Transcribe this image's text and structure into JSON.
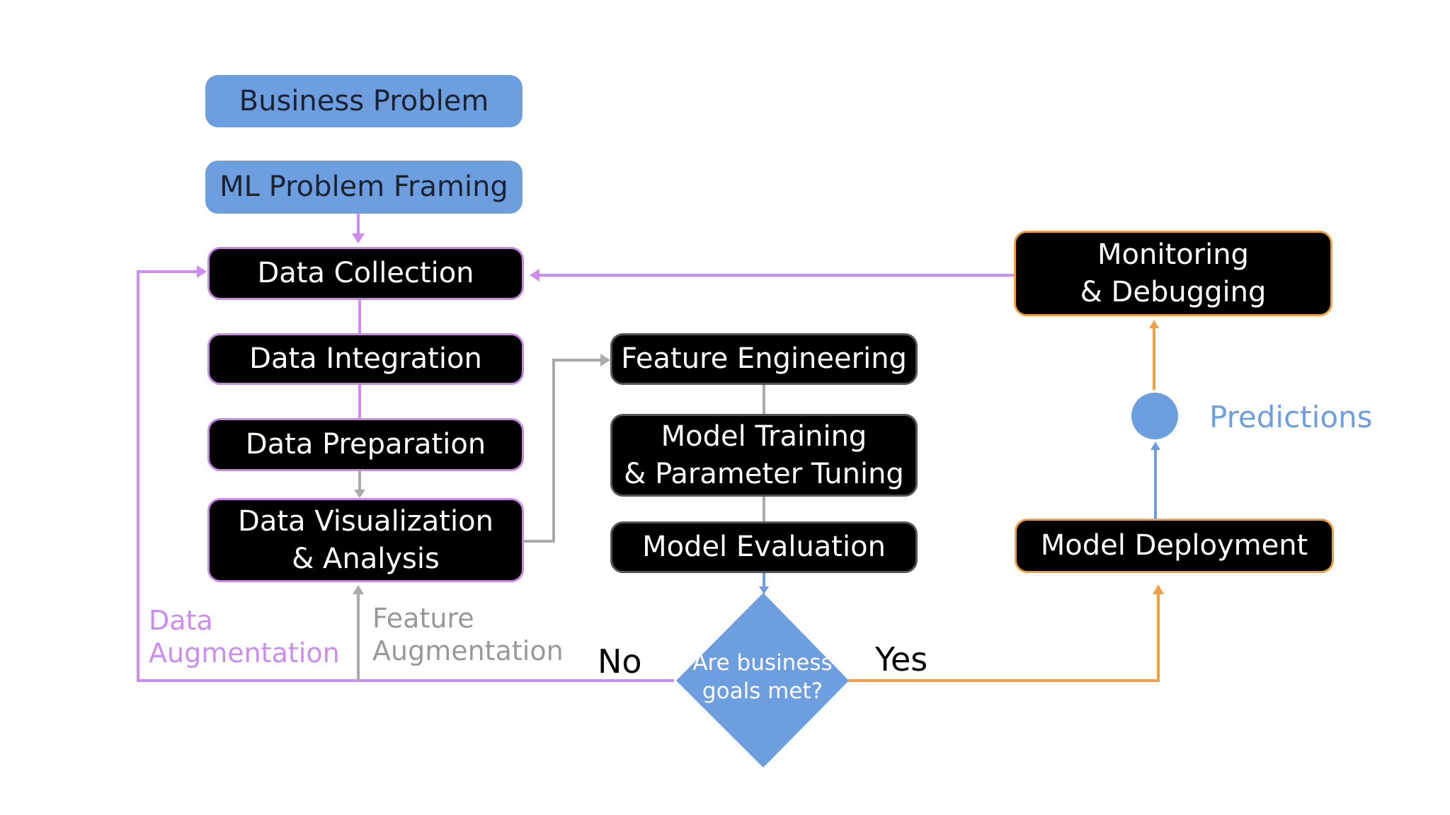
{
  "colors": {
    "purple": "#cd8cef",
    "gray": "#999999",
    "orange": "#f0a040",
    "blue": "#6d9ee0"
  },
  "nodes": {
    "business_problem": "Business Problem",
    "ml_problem_framing": "ML Problem Framing",
    "data_collection": "Data Collection",
    "data_integration": "Data Integration",
    "data_preparation": "Data Preparation",
    "data_visualization": "Data Visualization\n& Analysis",
    "feature_engineering": "Feature Engineering",
    "model_training": "Model Training\n& Parameter Tuning",
    "model_evaluation": "Model Evaluation",
    "decision": "Are business\ngoals met?",
    "model_deployment": "Model Deployment",
    "monitoring": "Monitoring\n& Debugging",
    "predictions": "Predictions"
  },
  "labels": {
    "data_augmentation": "Data\nAugmentation",
    "feature_augmentation": "Feature\nAugmentation",
    "no": "No",
    "yes": "Yes"
  }
}
